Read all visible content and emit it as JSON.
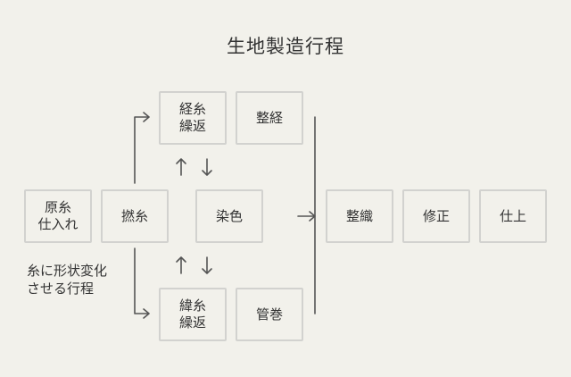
{
  "title": "生地製造行程",
  "steps": {
    "raw": "原糸\n仕入れ",
    "twist": "撚糸",
    "warp": "経糸\n繰返",
    "warp_arrange": "整経",
    "weft": "緯糸\n繰返",
    "tube": "管巻",
    "dye": "染色",
    "weave": "整織",
    "correct": "修正",
    "finish": "仕上"
  },
  "note": "糸に形状変化\nさせる行程",
  "colors": {
    "background": "#f2f1eb",
    "box_border": "#d2d2cf",
    "text": "#333333",
    "line": "#555555"
  }
}
